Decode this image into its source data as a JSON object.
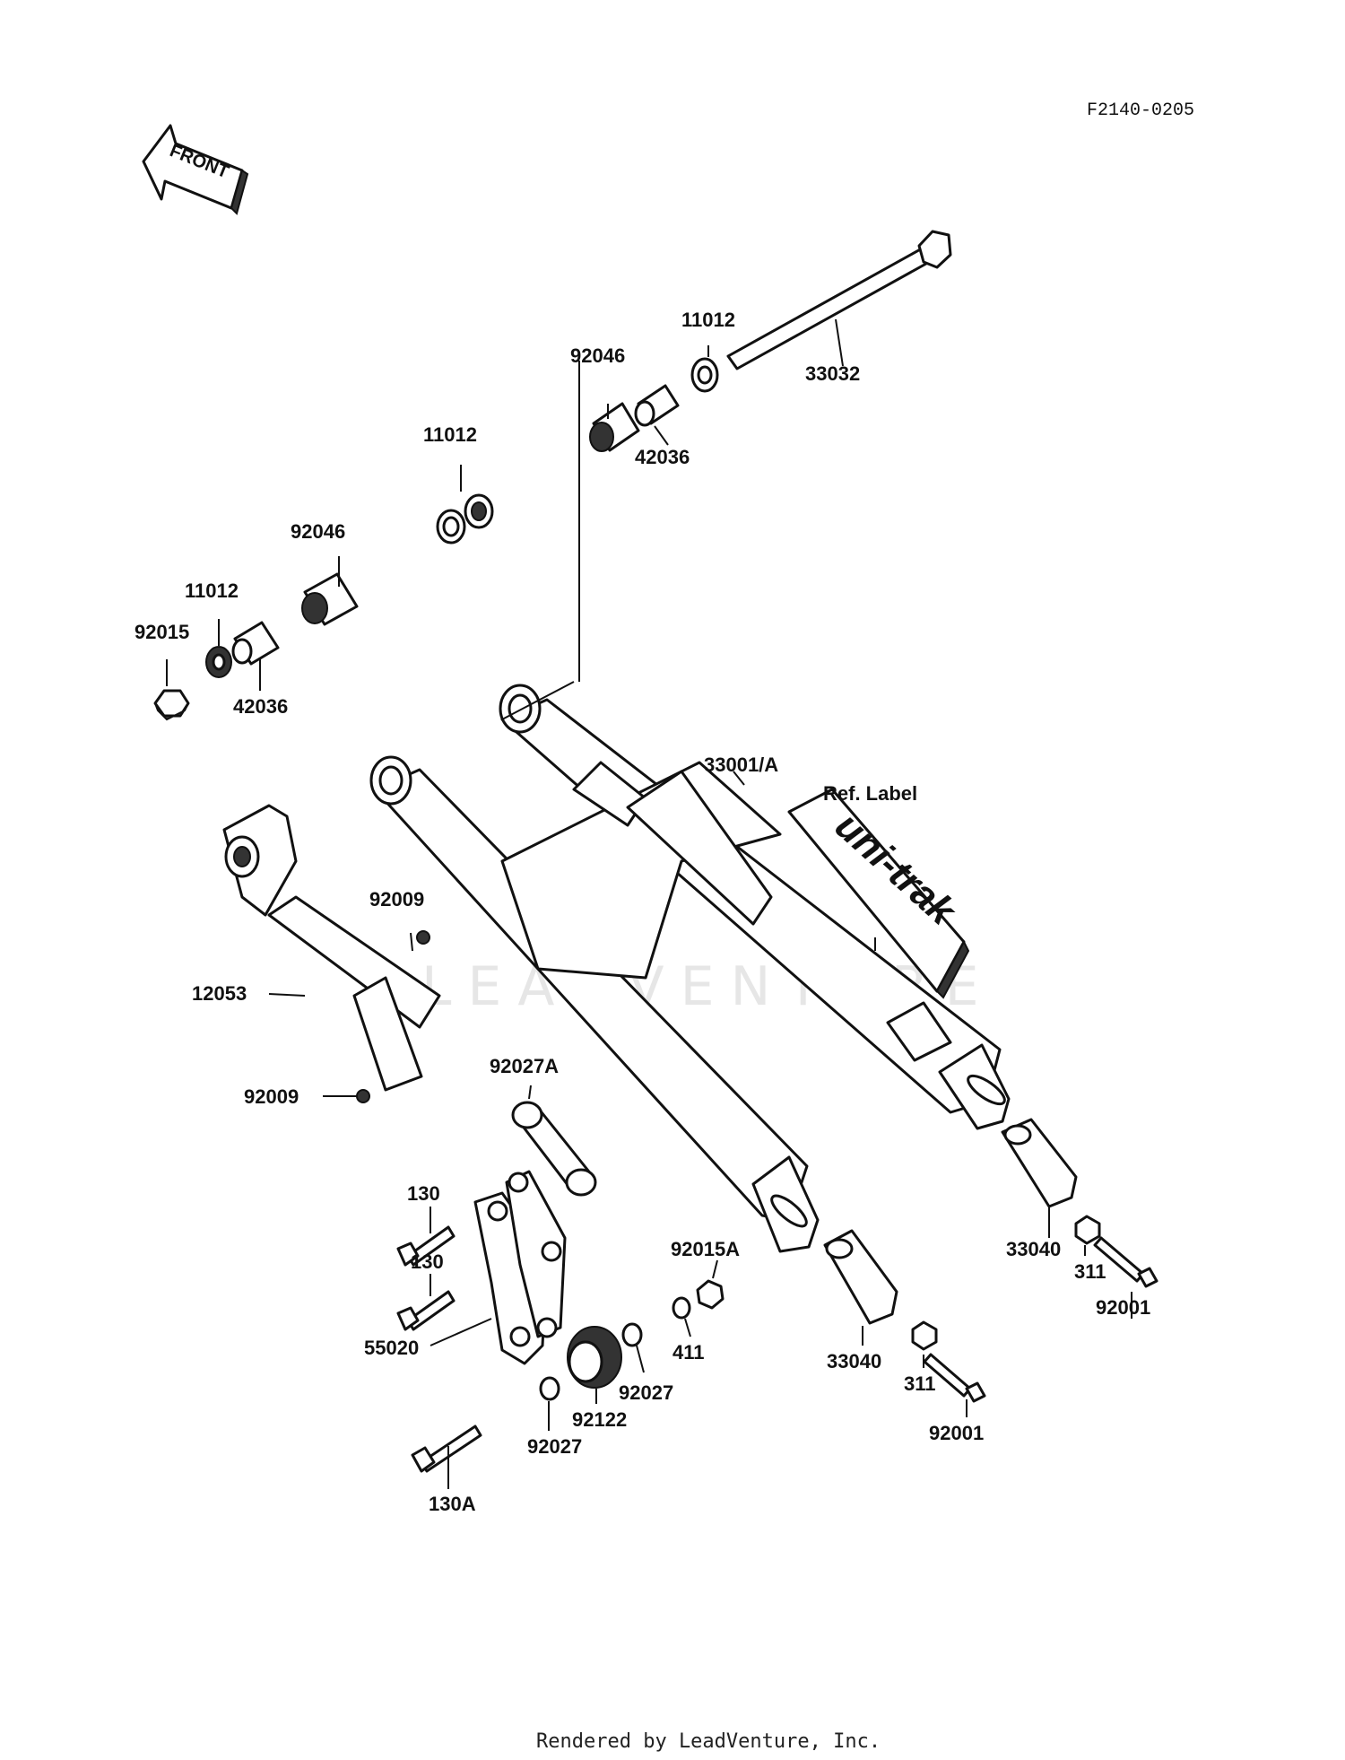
{
  "diagram_code": "F2140-0205",
  "front_arrow_label": "FRONT",
  "watermark": "LEADVENTURE",
  "footer": "Rendered by LeadVenture, Inc.",
  "decal_text": "uni-trak",
  "callouts": {
    "c33032": "33032",
    "c11012_top": "11012",
    "c92046_top": "92046",
    "c42036_top": "42036",
    "c11012_mid": "11012",
    "c92046_left": "92046",
    "c11012_left": "11012",
    "c92015": "92015",
    "c42036_left": "42036",
    "c33001": "33001/A",
    "c_reflabel": "Ref. Label",
    "c92009_top": "92009",
    "c12053": "12053",
    "c92009_bot": "92009",
    "c92027A": "92027A",
    "c130_a": "130",
    "c130_b": "130",
    "c55020": "55020",
    "c92015A": "92015A",
    "c411": "411",
    "c92027_r": "92027",
    "c92122": "92122",
    "c92027_l": "92027",
    "c130A": "130A",
    "c33040_r": "33040",
    "c311_r": "311",
    "c92001_r": "92001",
    "c33040_l": "33040",
    "c311_l": "311",
    "c92001_l": "92001"
  }
}
